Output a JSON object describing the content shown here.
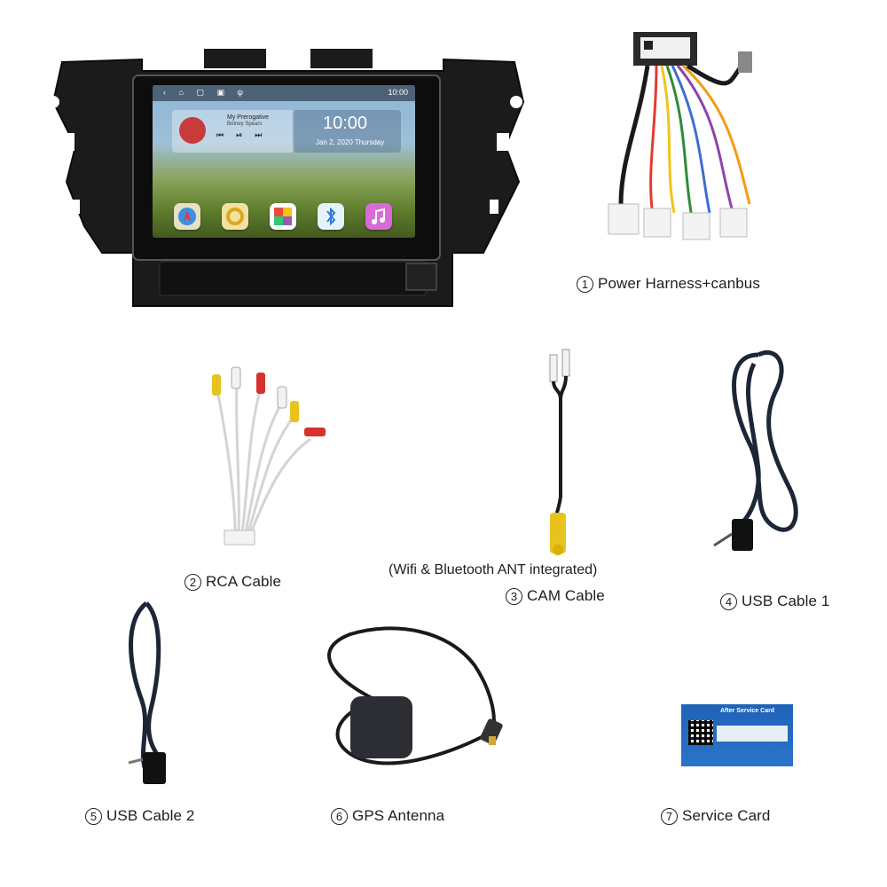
{
  "screen": {
    "status_time": "10:00",
    "clock_time": "10:00",
    "clock_date": "Jan 2, 2020  Thursday",
    "music_title": "My Prerogative",
    "music_artist": "Britney Spears"
  },
  "items": [
    {
      "number": "1",
      "label": "Power Harness+canbus"
    },
    {
      "number": "2",
      "label": "RCA Cable"
    },
    {
      "number": "3",
      "label": "CAM Cable"
    },
    {
      "number": "4",
      "label": "USB Cable 1"
    },
    {
      "number": "5",
      "label": "USB Cable 2"
    },
    {
      "number": "6",
      "label": "GPS Antenna"
    },
    {
      "number": "7",
      "label": "Service Card"
    }
  ],
  "cam_note": "(Wifi & Bluetooth ANT integrated)",
  "service_card": {
    "title": "After Service Card"
  },
  "icons": [
    "navigation-icon",
    "settings-icon",
    "apps-icon",
    "bluetooth-icon",
    "music-icon"
  ],
  "colors": {
    "rca_red": "#d6312c",
    "rca_yellow": "#e8c320",
    "rca_white": "#f2f2f2",
    "card_blue": "#1f63b8"
  }
}
